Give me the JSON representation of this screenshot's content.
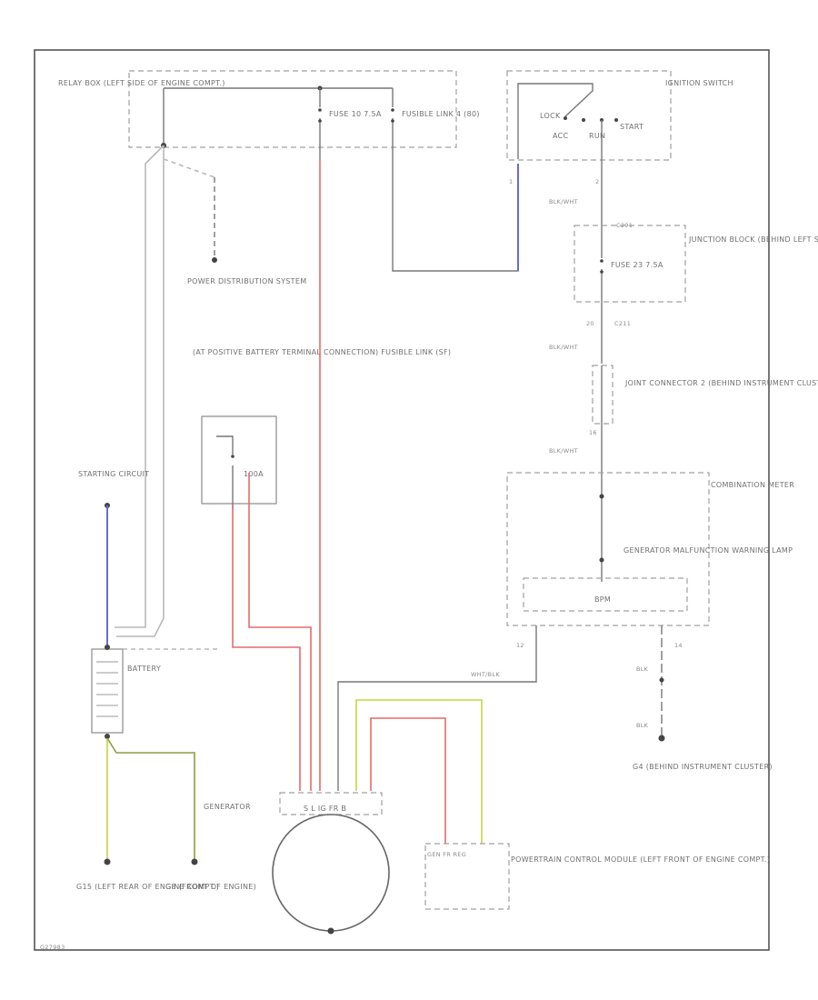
{
  "diagram": {
    "relay_box": "RELAY BOX (LEFT SIDE OF ENGINE COMPT.)",
    "fuse_10": "FUSE 10 7.5A",
    "fusible_link": "FUSIBLE LINK 4 (80)",
    "ignition_switch": "IGNITION SWITCH",
    "ign_lock": "LOCK",
    "ign_acc": "ACC",
    "ign_run": "RUN",
    "ign_start": "START",
    "power_distribution": "POWER DISTRIBUTION SYSTEM",
    "junction_block": "JUNCTION BLOCK (BEHIND LEFT SIDE OF DASH)",
    "fuse_23": "FUSE 23 7.5A",
    "c211": "C211",
    "c291": "C291",
    "joint_connector": "JOINT CONNECTOR 2 (BEHIND INSTRUMENT CLUSTER)",
    "combination_meter": "COMBINATION METER",
    "generator_lamp": "GENERATOR MALFUNCTION WARNING LAMP",
    "bpm": "BPM",
    "positive_terminal": "(AT POSITIVE BATTERY TERMINAL CONNECTION) FUSIBLE LINK (SF)",
    "link_100a": "100A",
    "starting_circuit": "STARTING CIRCUIT",
    "battery": "BATTERY",
    "generator": "GENERATOR",
    "generator_terms": "S  L  IG  FR  B",
    "pcm_header": "GEN  FR  REG",
    "pcm": "POWERTRAIN CONTROL MODULE (LEFT FRONT OF ENGINE COMPT.)",
    "g15": "G15 (LEFT REAR OF ENGINE COMPT.)",
    "g8": "G8 (FRONT OF ENGINE)",
    "g4": "G4 (BEHIND INSTRUMENT CLUSTER)",
    "wire_blkwht": "BLK/WHT",
    "wire_whtblk": "WHT/BLK",
    "wire_blk": "BLK",
    "pin_2": "2",
    "pin_1": "1",
    "pin_12": "12",
    "pin_14": "14",
    "pin_20": "20",
    "pin_16": "16",
    "figure_code": "G27983"
  }
}
